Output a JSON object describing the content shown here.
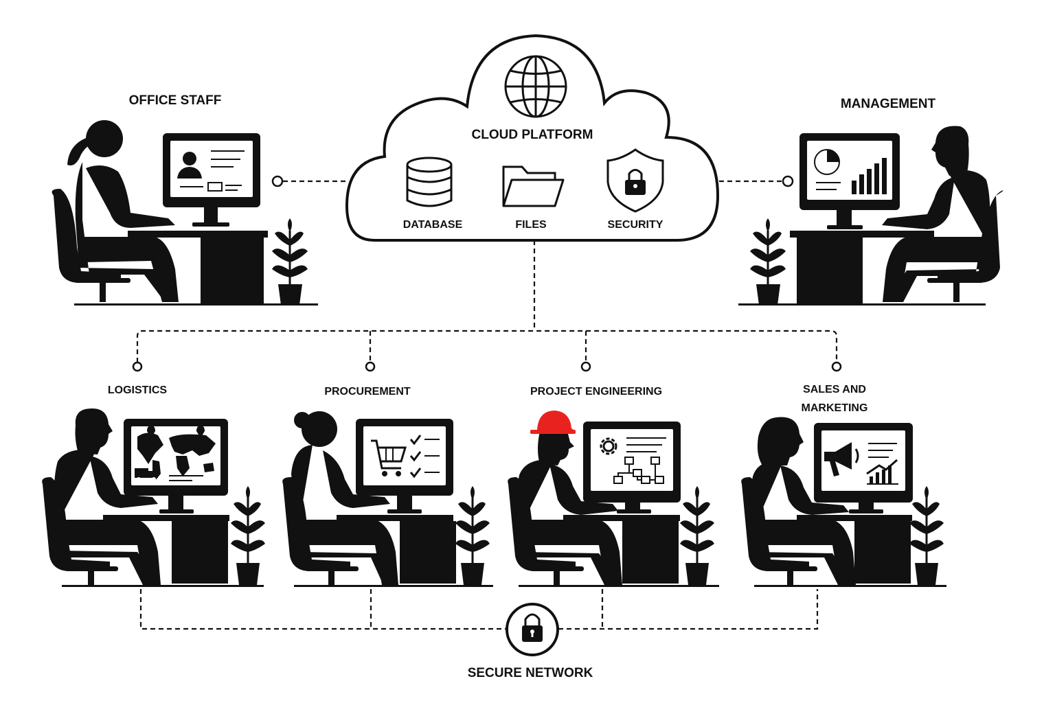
{
  "cloud": {
    "title": "CLOUD PLATFORM",
    "services": [
      {
        "label": "DATABASE",
        "icon": "database-icon"
      },
      {
        "label": "FILES",
        "icon": "folder-icon"
      },
      {
        "label": "SECURITY",
        "icon": "shield-lock-icon"
      }
    ],
    "top_icon": "globe-icon"
  },
  "stations": {
    "office_staff": {
      "label": "OFFICE STAFF",
      "screen_icon": "profile-card-icon"
    },
    "management": {
      "label": "MANAGEMENT",
      "screen_icon": "pie-bar-chart-icon"
    },
    "logistics": {
      "label": "LOGISTICS",
      "screen_icon": "world-map-truck-icon"
    },
    "procurement": {
      "label": "PROCUREMENT",
      "screen_icon": "shopping-cart-checklist-icon"
    },
    "project_engineering": {
      "label": "PROJECT ENGINEERING",
      "screen_icon": "gear-flowchart-icon",
      "helmet_color": "#e8231f"
    },
    "sales_marketing": {
      "label_line1": "SALES AND",
      "label_line2": "MARKETING",
      "screen_icon": "megaphone-chart-icon"
    }
  },
  "network": {
    "label": "SECURE NETWORK",
    "icon": "padlock-icon"
  }
}
